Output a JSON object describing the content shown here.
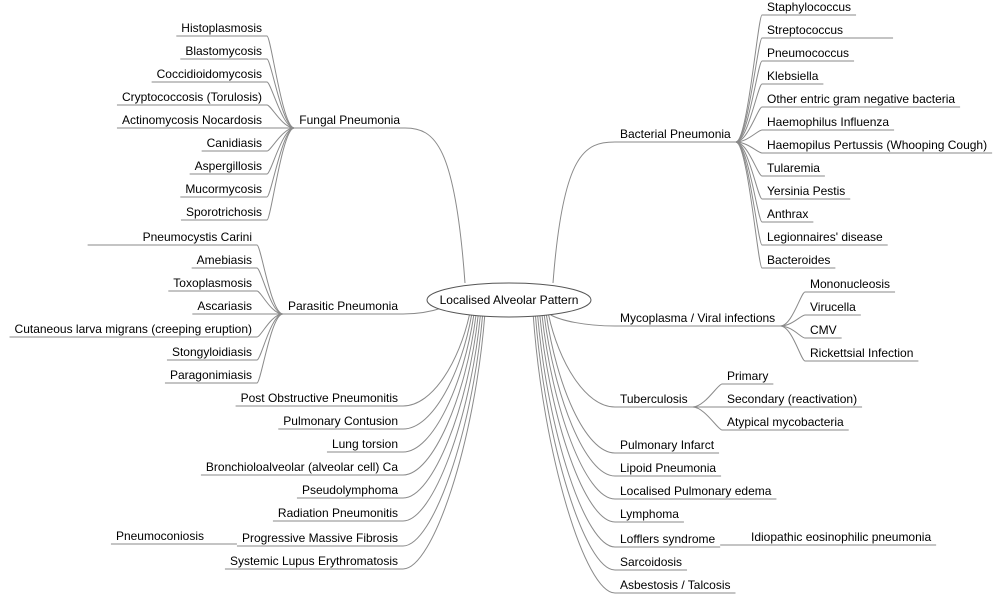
{
  "root": "Localised Alveolar Pattern",
  "left": [
    {
      "label": "Fungal Pneumonia",
      "children": [
        "Histoplasmosis",
        "Blastomycosis",
        "Coccidioidomycosis",
        "Cryptococcosis (Torulosis)",
        "Actinomycosis Nocardosis",
        "Canidiasis",
        "Aspergillosis",
        "Mucormycosis",
        "Sporotrichosis"
      ]
    },
    {
      "label": "Parasitic Pneumonia",
      "children": [
        "Pneumocystis Carini",
        "Amebiasis",
        "Toxoplasmosis",
        "Ascariasis",
        "Cutaneous larva migrans (creeping eruption)",
        "Stongyloidiasis",
        "Paragonimiasis"
      ]
    },
    {
      "label": "Post Obstructive Pneumonitis",
      "children": []
    },
    {
      "label": "Pulmonary Contusion",
      "children": []
    },
    {
      "label": "Lung torsion",
      "children": []
    },
    {
      "label": "Bronchioloalveolar (alveolar cell) Ca",
      "children": []
    },
    {
      "label": "Pseudolymphoma",
      "children": []
    },
    {
      "label": "Radiation Pneumonitis",
      "children": []
    },
    {
      "label": "Progressive Massive Fibrosis",
      "children": [
        "Pneumoconiosis"
      ]
    },
    {
      "label": "Systemic Lupus Erythromatosis",
      "children": []
    }
  ],
  "right": [
    {
      "label": "Bacterial Pneumonia",
      "children": [
        "Staphylococcus",
        "Streptococcus",
        "Pneumococcus",
        "Klebsiella",
        "Other entric gram negative bacteria",
        "Haemophilus Influenza",
        "Haemopilus Pertussis (Whooping Cough)",
        "Tularemia",
        "Yersinia Pestis",
        "Anthrax",
        "Legionnaires' disease",
        "Bacteroides"
      ]
    },
    {
      "label": "Mycoplasma / Viral infections",
      "children": [
        "Mononucleosis",
        "Virucella",
        "CMV",
        "Rickettsial Infection"
      ]
    },
    {
      "label": "Tuberculosis",
      "children": [
        "Primary",
        "Secondary (reactivation)",
        "Atypical mycobacteria"
      ]
    },
    {
      "label": "Pulmonary Infarct",
      "children": []
    },
    {
      "label": "Lipoid Pneumonia",
      "children": []
    },
    {
      "label": "Localised Pulmonary edema",
      "children": []
    },
    {
      "label": "Lymphoma",
      "children": []
    },
    {
      "label": "Lofflers syndrome",
      "children": [
        "Idiopathic eosinophilic pneumonia"
      ]
    },
    {
      "label": "Sarcoidosis",
      "children": []
    },
    {
      "label": "Asbestosis / Talcosis",
      "children": []
    }
  ]
}
